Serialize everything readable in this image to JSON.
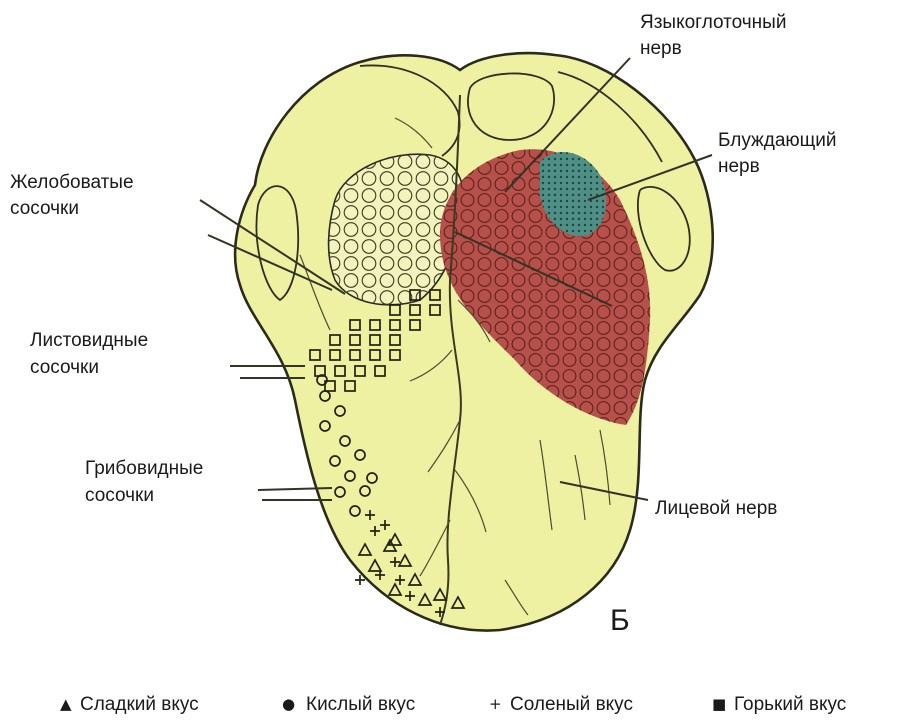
{
  "labels": {
    "glossopharyngeal": {
      "line1": "Языкоглоточный",
      "line2": "нерв"
    },
    "vagus": {
      "line1": "Блуждающий",
      "line2": "нерв"
    },
    "vallate": {
      "line1": "Желобоватые",
      "line2": "сосочки"
    },
    "foliate": {
      "line1": "Листовидные",
      "line2": "сосочки"
    },
    "fungiform": {
      "line1": "Грибовидные",
      "line2": "сосочки"
    },
    "facial": "Лицевой нерв"
  },
  "panel_letter": "Б",
  "legend": [
    {
      "symbol": "▲",
      "label": "Сладкий вкус"
    },
    {
      "symbol": "●",
      "label": "Кислый вкус"
    },
    {
      "symbol": "+",
      "label": "Соленый вкус"
    },
    {
      "symbol": "■",
      "label": "Горький вкус"
    }
  ],
  "colors": {
    "tongue": "#eef0a2",
    "tongue_light": "#f3f4bd",
    "outline": "#2b2b1c",
    "glossopharyngeal_zone": "#b5504a",
    "vagus_zone": "#4f8f86"
  }
}
